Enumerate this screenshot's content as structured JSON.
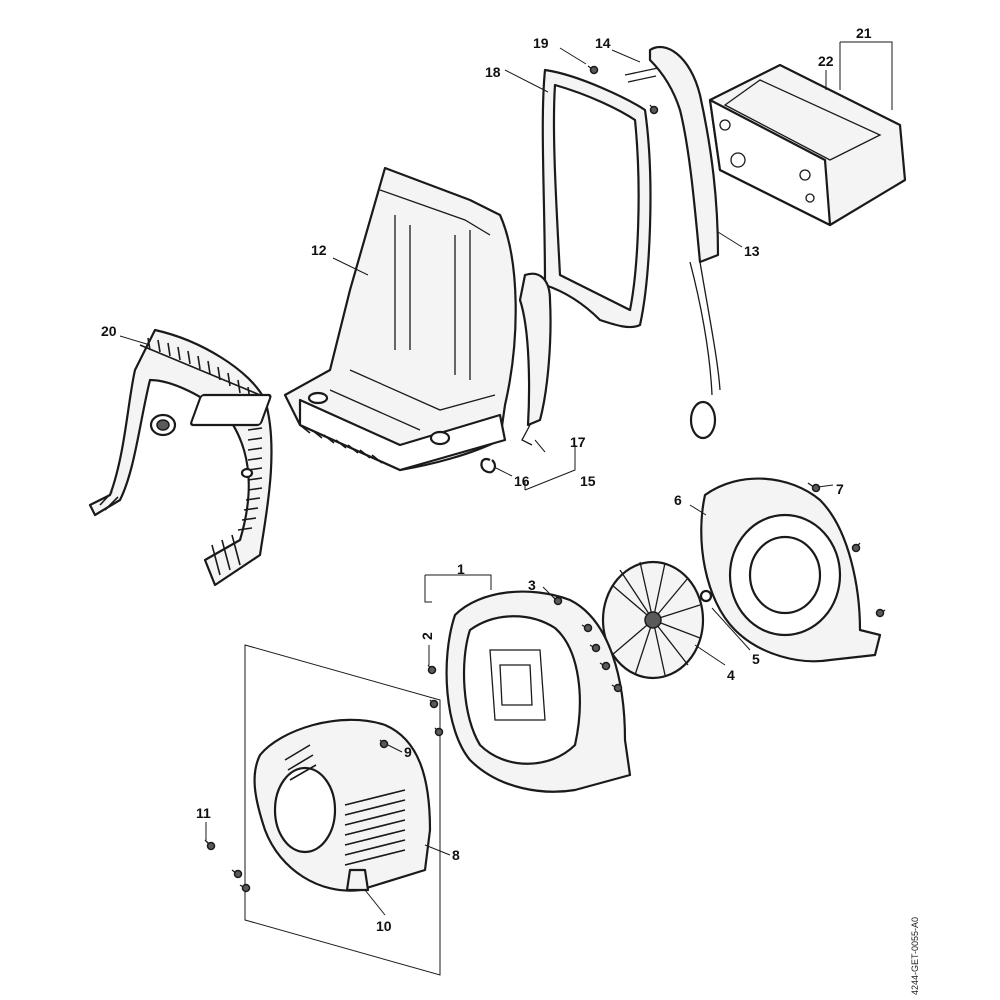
{
  "diagram": {
    "type": "exploded-parts-diagram",
    "document_code": "4244-GET-0055-A0",
    "callouts": [
      {
        "id": "c1",
        "label": "1"
      },
      {
        "id": "c2",
        "label": "2"
      },
      {
        "id": "c3",
        "label": "3"
      },
      {
        "id": "c4",
        "label": "4"
      },
      {
        "id": "c5",
        "label": "5"
      },
      {
        "id": "c6",
        "label": "6"
      },
      {
        "id": "c7",
        "label": "7"
      },
      {
        "id": "c8",
        "label": "8"
      },
      {
        "id": "c9",
        "label": "9"
      },
      {
        "id": "c10",
        "label": "10"
      },
      {
        "id": "c11",
        "label": "11"
      },
      {
        "id": "c12",
        "label": "12"
      },
      {
        "id": "c13",
        "label": "13"
      },
      {
        "id": "c14",
        "label": "14"
      },
      {
        "id": "c15",
        "label": "15"
      },
      {
        "id": "c16",
        "label": "16"
      },
      {
        "id": "c17",
        "label": "17"
      },
      {
        "id": "c18",
        "label": "18"
      },
      {
        "id": "c19",
        "label": "19"
      },
      {
        "id": "c20",
        "label": "20"
      },
      {
        "id": "c21",
        "label": "21"
      },
      {
        "id": "c22",
        "label": "22"
      }
    ]
  }
}
